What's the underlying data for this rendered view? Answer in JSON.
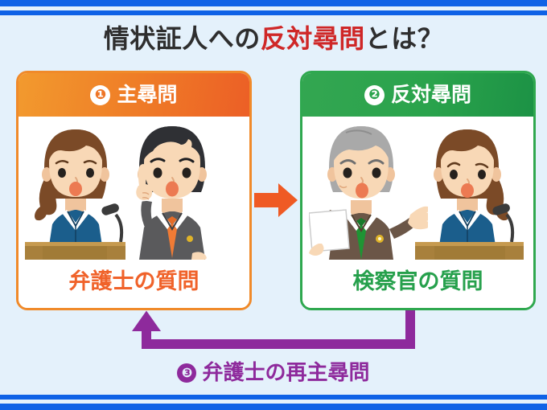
{
  "page": {
    "title_plain_1": "情状証人への",
    "title_highlight": "反対尋問",
    "title_plain_2": "とは？",
    "background_color": "#e4f1fb",
    "rule_color": "#0f62e6"
  },
  "cards": [
    {
      "number": "❶",
      "header_label": "主尋問",
      "caption": "弁護士の質問",
      "accent_color": "#f0622a",
      "border_color": "#f08a2a",
      "figures": [
        {
          "name": "witness-woman",
          "hair_color": "#7b4a27",
          "suit_color": "#1b5e8c",
          "skin_color": "#f6d5b3",
          "podium_color": "#a8803c",
          "has_microphone": true
        },
        {
          "name": "defense-lawyer-man",
          "hair_color": "#2f3034",
          "suit_color": "#5a5a5c",
          "tie_color": "#f07b35",
          "badge_color": "#e0b429",
          "skin_color": "#f6d5b3",
          "gesture": "index-finger-up"
        }
      ]
    },
    {
      "number": "❷",
      "header_label": "反対尋問",
      "caption": "検察官の質問",
      "accent_color": "#26a04c",
      "border_color": "#2fa84f",
      "figures": [
        {
          "name": "prosecutor-man",
          "hair_color": "#a9a9a9",
          "suit_color": "#6b5647",
          "tie_color": "#1f9434",
          "badge_color": "#e0b429",
          "skin_color": "#f6d5b3",
          "holds_document": true,
          "gesture": "open-hand-presenting"
        },
        {
          "name": "witness-woman",
          "hair_color": "#7b4a27",
          "suit_color": "#1b5e8c",
          "skin_color": "#f6d5b3",
          "podium_color": "#a8803c",
          "has_microphone": true
        }
      ]
    }
  ],
  "arrows": {
    "forward": {
      "name": "forward-arrow-icon",
      "color": "#ef5a24",
      "direction": "right"
    },
    "return": {
      "name": "return-arrow-icon",
      "color": "#8e2a9c",
      "direction": "up-left-loop",
      "number": "❸",
      "label": "弁護士の再主尋問"
    }
  }
}
